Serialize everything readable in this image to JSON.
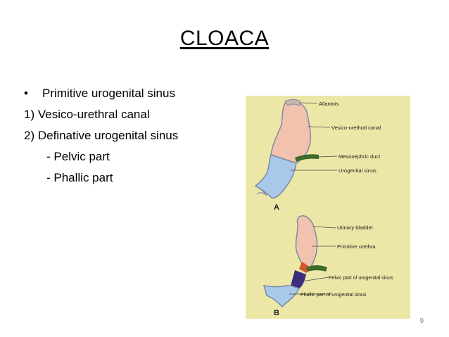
{
  "slide": {
    "title": "CLOACA",
    "bullets": [
      {
        "marker": "•",
        "text": "Primitive urogenital sinus"
      },
      {
        "marker": "",
        "text": "1) Vesico-urethral canal"
      },
      {
        "marker": "",
        "text": "2) Definative urogenital sinus"
      },
      {
        "marker": "",
        "text": "- Pelvic part"
      },
      {
        "marker": "",
        "text": "- Phallic part"
      }
    ],
    "page_number": "9"
  },
  "figure": {
    "panel_a": {
      "letter": "A",
      "labels": [
        "Allantois",
        "Vesico-urethral canal",
        "Mesonephric duct",
        "Urogenital sinus"
      ]
    },
    "panel_b": {
      "letter": "B",
      "labels": [
        "Urinary bladder",
        "Primitive urethra",
        "Pelvic part of urogenital sinus",
        "Phallic part of urogenital sinus"
      ]
    },
    "colors": {
      "background": "#ede7a7",
      "vesico_urethral": "#f2c2ae",
      "urogenital_sinus": "#a9c9ea",
      "mesonephric_duct": "#3f6a2c",
      "primitive_urethra": "#d2552c",
      "pelvic_part": "#3a2d7c"
    }
  }
}
